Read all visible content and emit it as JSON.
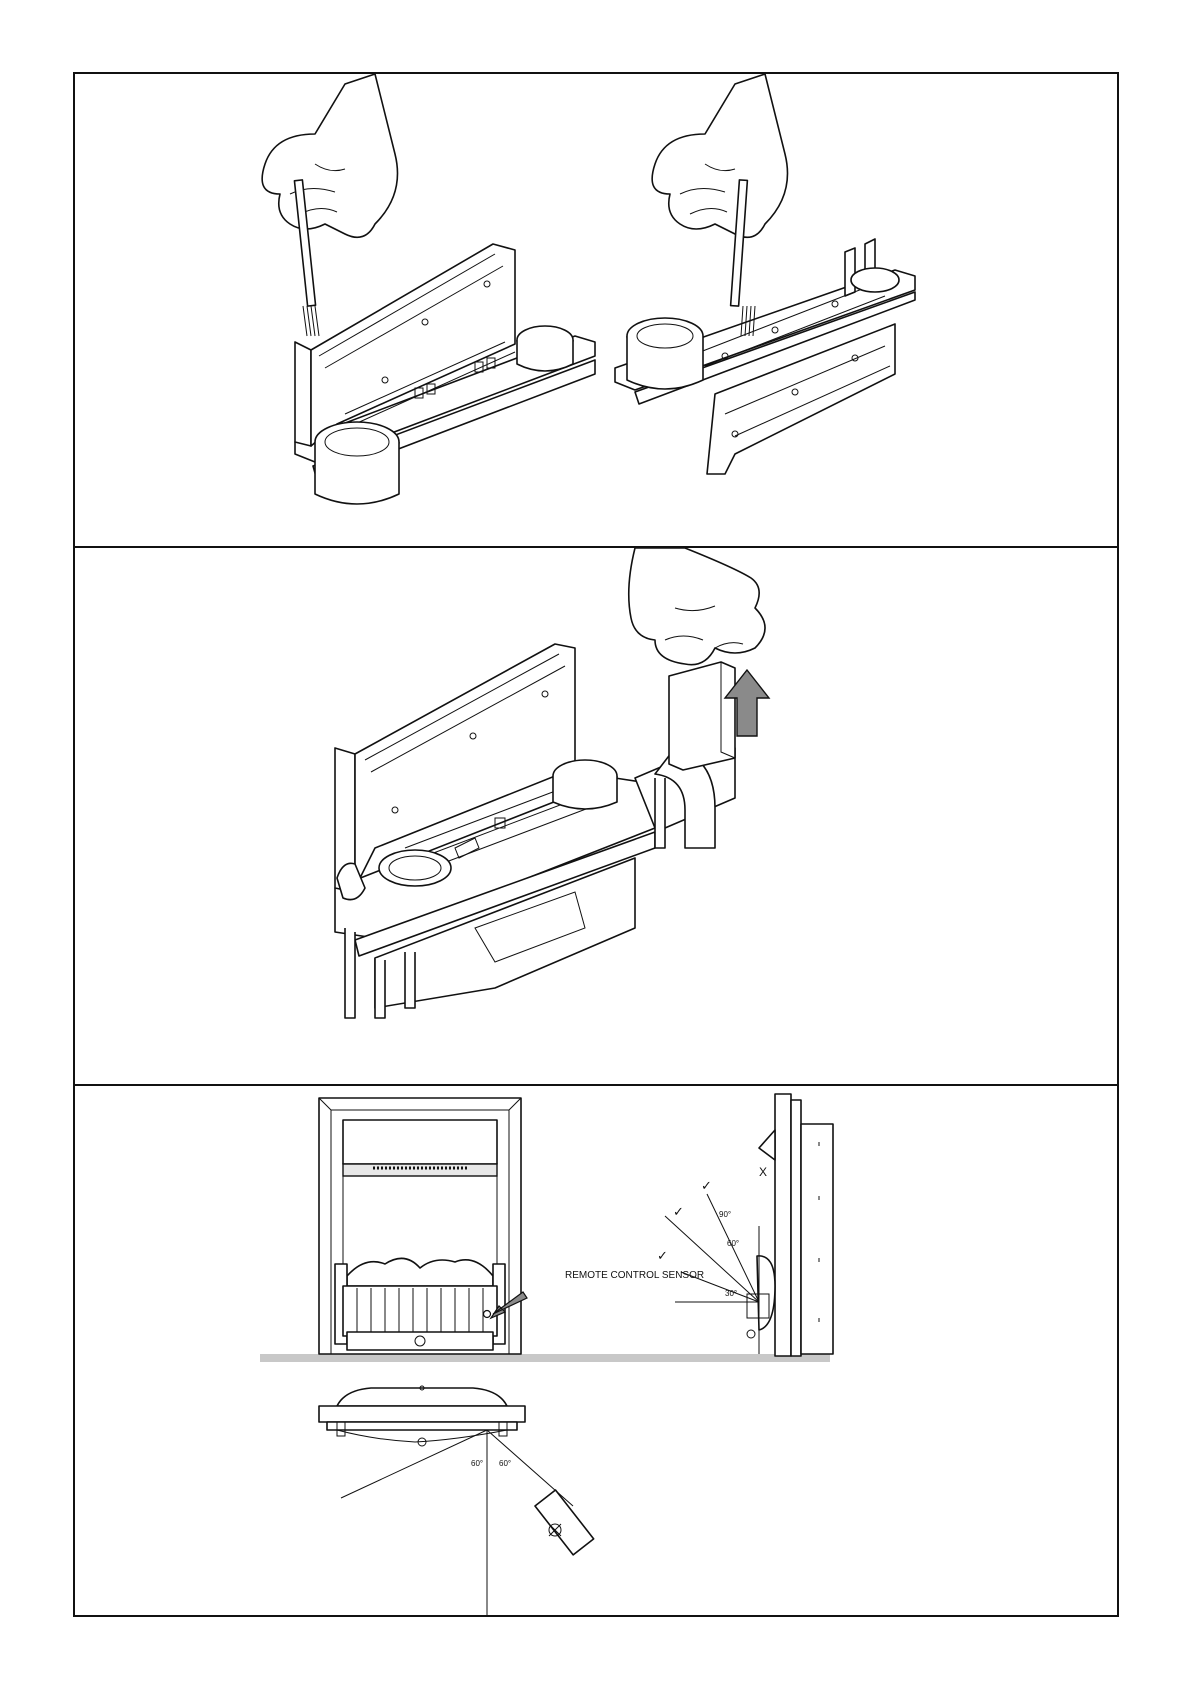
{
  "labels": {
    "remote_sensor": "REMOTE CONTROL SENSOR",
    "angle_90": "90°",
    "angle_60_side": "60°",
    "angle_30": "30°",
    "angle_60_left": "60°",
    "angle_60_right": "60°",
    "check_mark": "✓",
    "cross_mark": "X"
  },
  "colors": {
    "line": "#111111",
    "floor": "#c8c8c8",
    "arrow": "#8a8a8a"
  },
  "icons": [
    "hand-icon",
    "brush-icon",
    "up-arrow-icon",
    "remote-control-icon"
  ]
}
